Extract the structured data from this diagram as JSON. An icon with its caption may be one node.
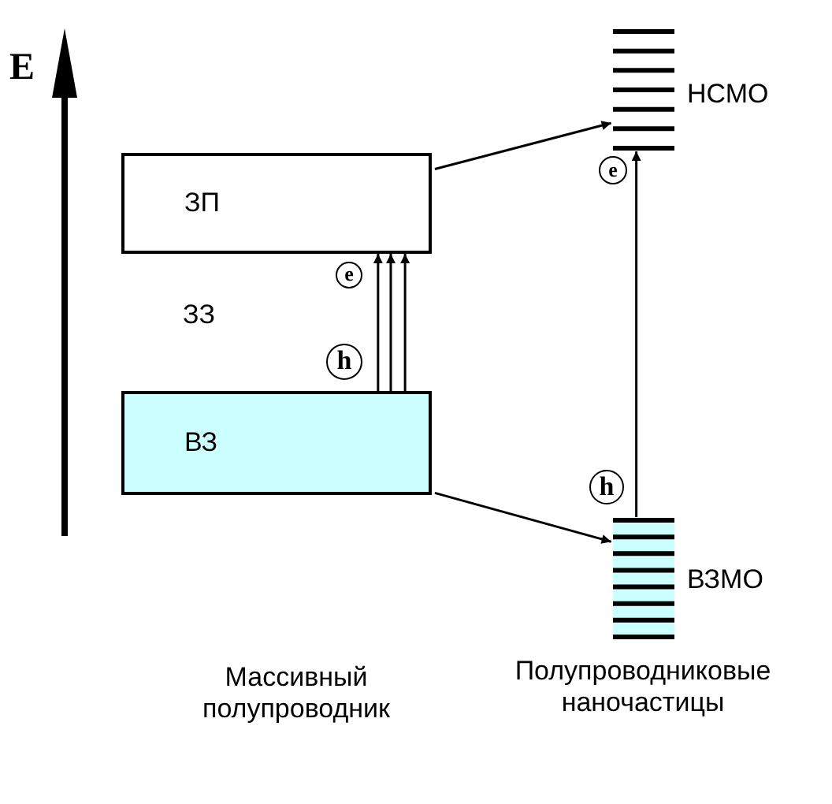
{
  "diagram": {
    "nodes": [
      {
        "text": [
          "ЗП"
        ]
      },
      {
        "text": [
          "ВЗ"
        ]
      },
      {
        "text": [],
        "shape": "bar",
        "beside": [
          "НСМО"
        ]
      },
      {
        "text": [],
        "shape": "bar",
        "beside": [
          "ВЗМО"
        ]
      }
    ],
    "edges": [
      {
        "from": 0,
        "to": 2,
        "arrow": "to"
      },
      {
        "from": 1,
        "to": 3,
        "arrow": "to"
      },
      {
        "from": 1,
        "to": 0,
        "arrow": "to"
      },
      {
        "from": 1,
        "to": 0,
        "arrow": "to"
      },
      {
        "from": 1,
        "to": 0,
        "arrow": "to"
      },
      {
        "from": 3,
        "to": 2,
        "arrow": "to"
      }
    ],
    "labels": [
      "E",
      "e",
      "ЗЗ",
      "h",
      "e",
      "h",
      "Массивный полупроводник",
      "Полупроводниковые наночастицы"
    ]
  }
}
